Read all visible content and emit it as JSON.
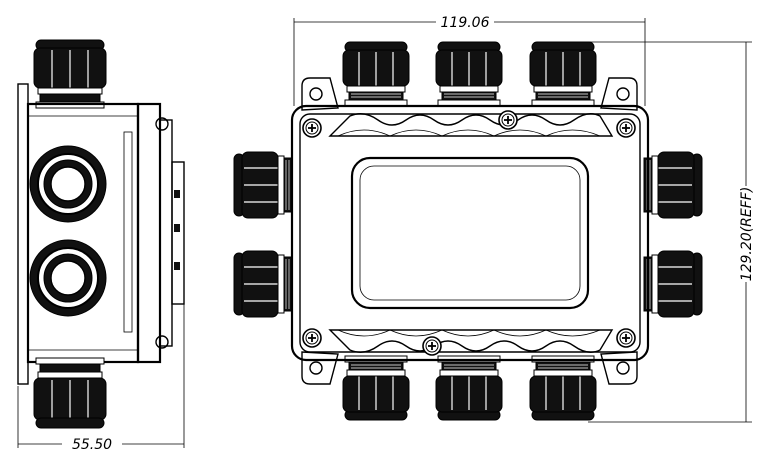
{
  "dimensions": {
    "top_width": "119.06",
    "right_height": "129.20(REFF)",
    "bottom_width": "55.50"
  },
  "colors": {
    "ink": "#000000",
    "background": "#ffffff",
    "gland_fill": "#111111"
  }
}
